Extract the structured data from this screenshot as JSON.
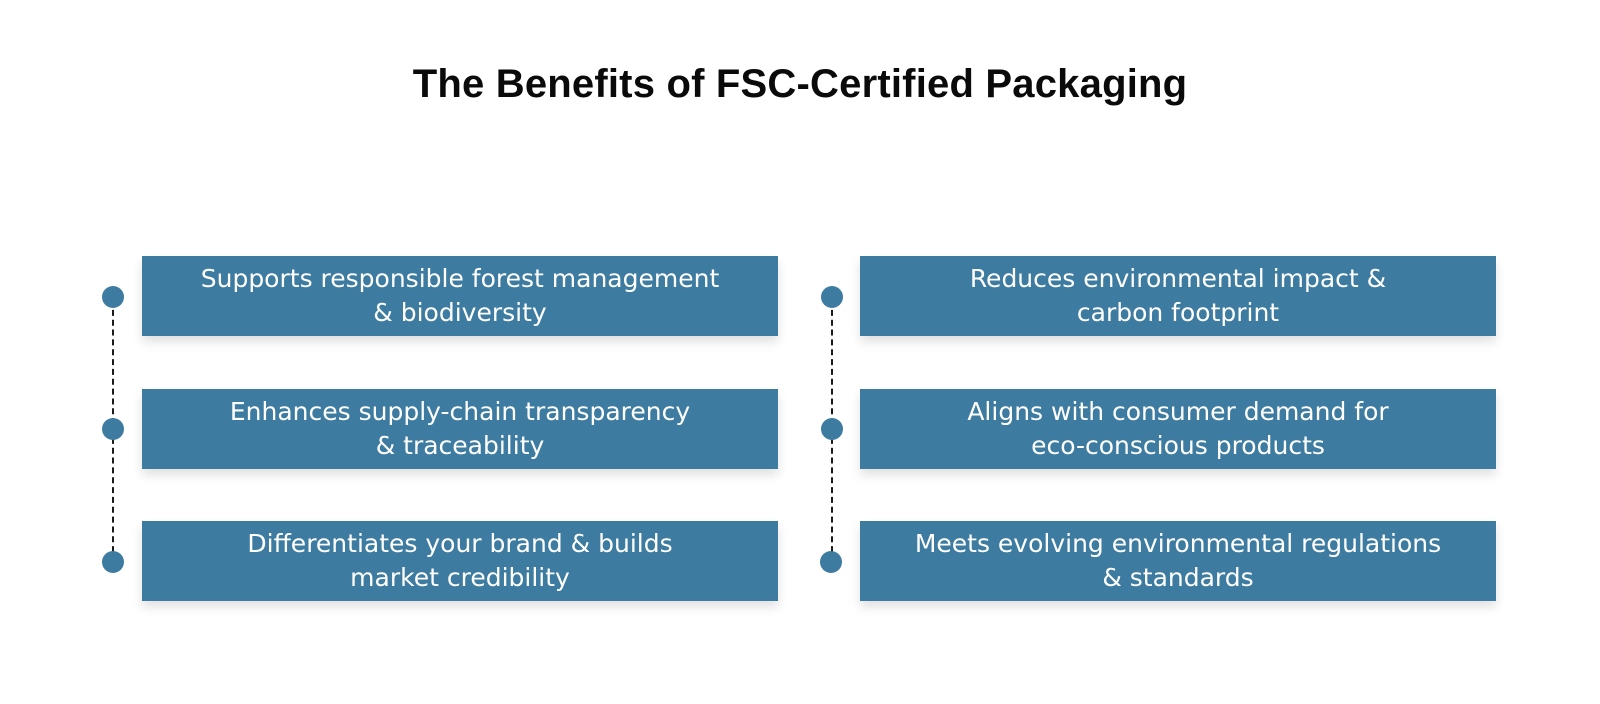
{
  "title": "The Benefits of FSC-Certified Packaging",
  "colors": {
    "card_bg": "#3d7ca0",
    "dot": "#3d7ca0",
    "connector": "#1a1a1a",
    "card_text": "#ffffff",
    "title_text": "#0a0a0a"
  },
  "columns": [
    {
      "items": [
        {
          "text": "Supports responsible forest management\n& biodiversity"
        },
        {
          "text": "Enhances supply-chain transparency\n& traceability"
        },
        {
          "text": "Differentiates your brand & builds\nmarket credibility"
        }
      ]
    },
    {
      "items": [
        {
          "text": "Reduces environmental impact &\ncarbon footprint"
        },
        {
          "text": "Aligns with consumer demand for\neco-conscious products"
        },
        {
          "text": "Meets evolving environmental regulations\n& standards"
        }
      ]
    }
  ]
}
